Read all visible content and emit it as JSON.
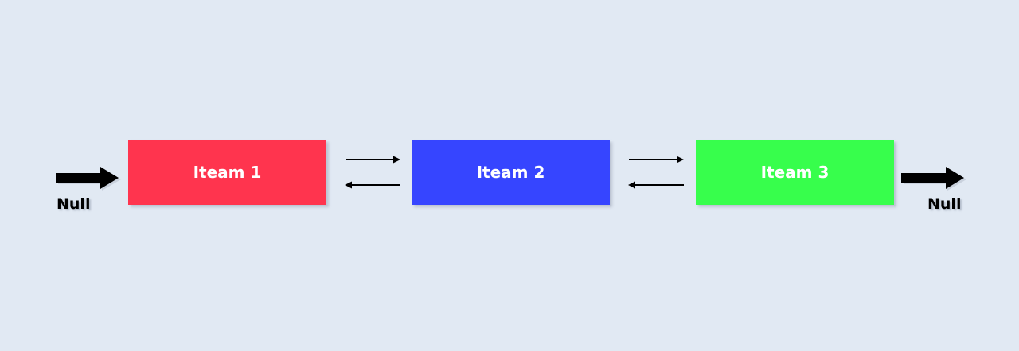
{
  "nodes": [
    {
      "label": "Iteam 1",
      "color": "#ff344e"
    },
    {
      "label": "Iteam 2",
      "color": "#3645ff"
    },
    {
      "label": "Iteam 3",
      "color": "#37fe4c"
    }
  ],
  "null_labels": {
    "left": "Null",
    "right": "Null"
  },
  "colors": {
    "background": "#e1e9f3",
    "arrow": "#000000",
    "node_text": "#ffffff"
  },
  "icons": {
    "head_pointer": "thick-right-arrow-icon",
    "tail_pointer": "thick-right-arrow-icon",
    "next_link": "thin-right-arrow-icon",
    "prev_link": "thin-left-arrow-icon"
  }
}
